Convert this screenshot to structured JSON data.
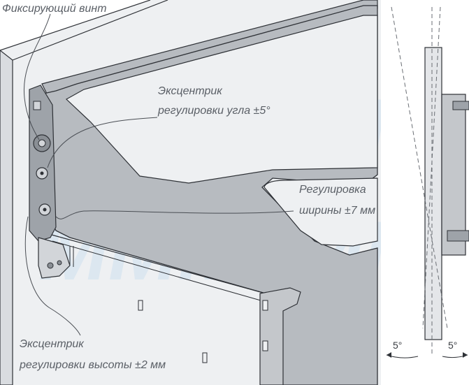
{
  "labels": {
    "fixing_screw": "Фиксирующий винт",
    "angle_eccentric_line1": "Эксцентрик",
    "angle_eccentric_line2": "регулировки угла ±5°",
    "width_adjust_line1": "Регулировка",
    "width_adjust_line2": "ширины ±7 мм",
    "height_eccentric_line1": "Эксцентрик",
    "height_eccentric_line2": "регулировки высоты ±2 мм"
  },
  "angle_marks": {
    "left": "5°",
    "right": "5°"
  },
  "watermark": "MMM",
  "colors": {
    "panel": "#eceef1",
    "drawer_side": "#b7bbc0",
    "drawer_dark": "#8f949a",
    "line": "#2e3136",
    "text": "#5a5f66",
    "watermark": "#cfe0ef"
  }
}
